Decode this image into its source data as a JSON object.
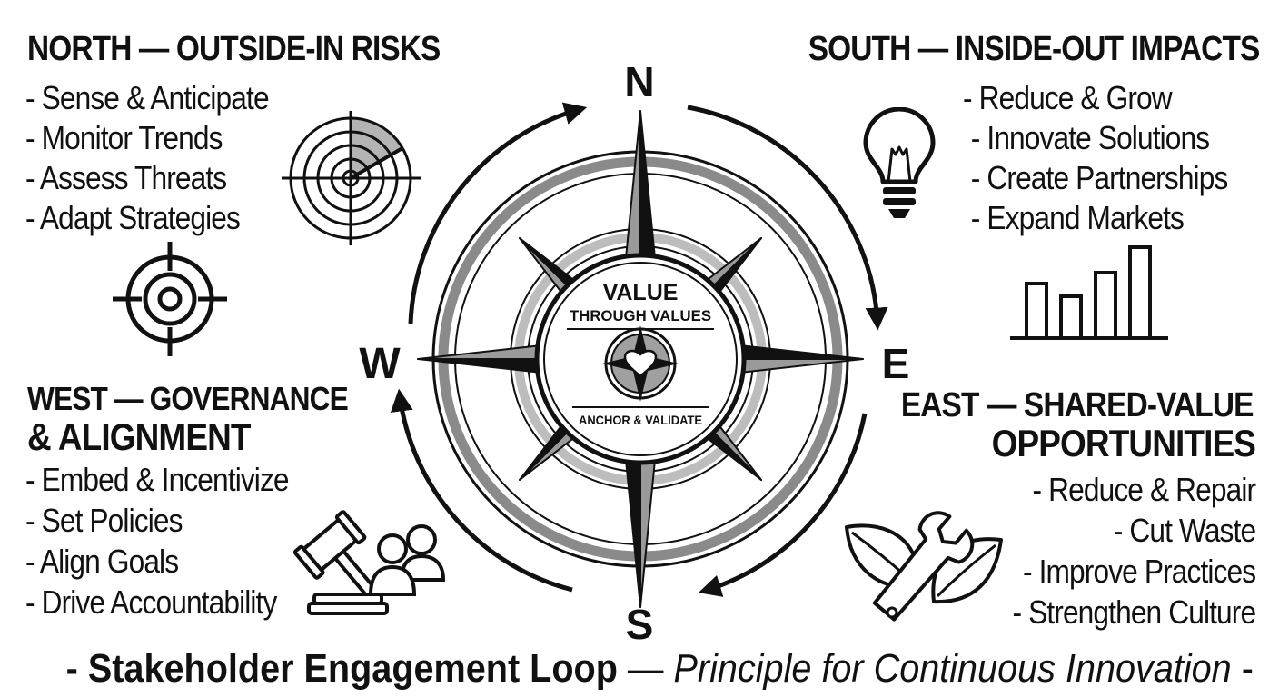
{
  "north": {
    "heading": "NORTH — OUTSIDE-IN RISKS",
    "items": [
      "Sense & Anticipate",
      "Monitor Trends",
      "Assess Threats",
      "Adapt Strategies"
    ]
  },
  "south": {
    "heading": "SOUTH — INSIDE-OUT IMPACTS",
    "items": [
      "Reduce & Grow",
      "Innovate Solutions",
      "Create Partnerships",
      "Expand Markets"
    ]
  },
  "west": {
    "heading_line1": "WEST — GOVERNANCE",
    "heading_line2": "& ALIGNMENT",
    "items": [
      "Embed & Incentivize",
      "Set Policies",
      "Align Goals",
      "Drive Accountability"
    ]
  },
  "east": {
    "heading_line1": "EAST — SHARED-VALUE",
    "heading_line2": "OPPORTUNITIES",
    "items": [
      "Reduce & Repair",
      "Cut Waste",
      "Improve Practices",
      "Strengthen Culture"
    ]
  },
  "compass": {
    "n": "N",
    "s": "S",
    "e": "E",
    "w": "W",
    "center_title": "VALUE",
    "center_subtitle": "THROUGH VALUES",
    "center_footer": "ANCHOR & VALIDATE"
  },
  "footer": {
    "lead_dash": "- ",
    "title": "Stakeholder Engagement Loop",
    "separator": " — ",
    "subtitle": "Principle for Continuous Innovation",
    "trail_dash": " -"
  },
  "icons": [
    "radar-icon",
    "target-icon",
    "lightbulb-icon",
    "bar-chart-icon",
    "gavel-icon",
    "people-icon",
    "leaf-wrench-icon",
    "heart-icon",
    "compass-rose-icon"
  ],
  "colors": {
    "ink": "#111111",
    "mid_gray": "#8a8a8a",
    "light_gray": "#c8c8c8",
    "background": "#ffffff"
  }
}
